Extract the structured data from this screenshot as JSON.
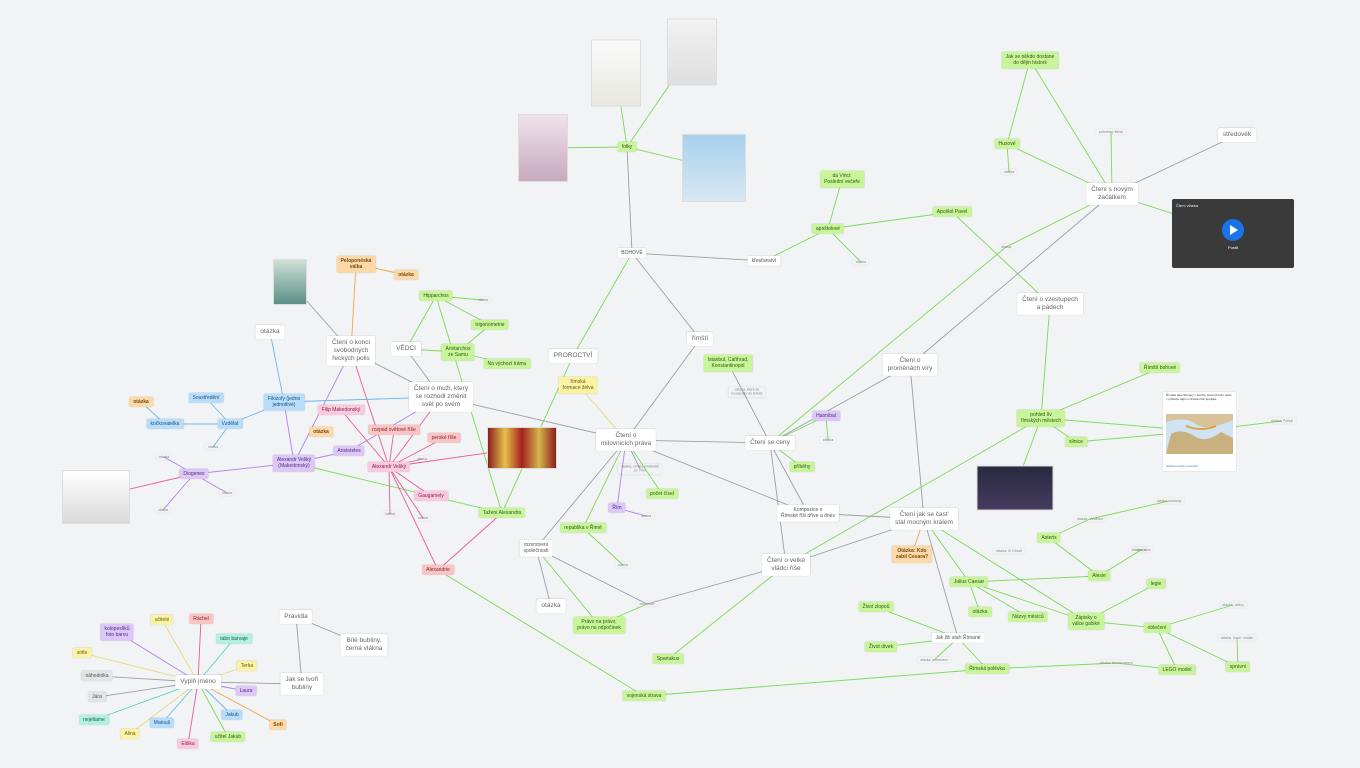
{
  "diagram": {
    "nodes": [
      {
        "id": "fotky",
        "text": "fotky",
        "style": "green"
      },
      {
        "id": "bohove",
        "text": "BOHOVÉ",
        "style": "white"
      },
      {
        "id": "krestanstvi",
        "text": "křesťanství",
        "style": "white"
      },
      {
        "id": "apostolove",
        "text": "apoštolové",
        "style": "green"
      },
      {
        "id": "davinci",
        "text": "da Vinci:\nPoslední večeře",
        "style": "green"
      },
      {
        "id": "apostolpavel",
        "text": "Apoštol Pavel",
        "style": "green"
      },
      {
        "id": "otazka_apost",
        "text": "otázka",
        "style": "tiny"
      },
      {
        "id": "jakenekdo",
        "text": "Jak se někdo dostane\ndo dějin historii",
        "style": "green"
      },
      {
        "id": "nusove",
        "text": "Husové",
        "style": "green"
      },
      {
        "id": "otazka_hus",
        "text": "otázka",
        "style": "tiny"
      },
      {
        "id": "prumerny",
        "text": "průměrný štěstí",
        "style": "tiny"
      },
      {
        "id": "stredovek",
        "text": "středověk",
        "style": "white big"
      },
      {
        "id": "cteni_novym",
        "text": "Čtení s novým\nzačátkem",
        "style": "white big"
      },
      {
        "id": "cteni_vzestupech",
        "text": "Čtení o vzestupech\na pádech",
        "style": "white big"
      },
      {
        "id": "cteni_promenach",
        "text": "Čtení o\nproměnách víry",
        "style": "white big"
      },
      {
        "id": "otazka_mid",
        "text": "otázka",
        "style": "tiny"
      },
      {
        "id": "peloponeska",
        "text": "Peloponéská\nválka",
        "style": "orange"
      },
      {
        "id": "otazka_orange",
        "text": "otázka",
        "style": "orange"
      },
      {
        "id": "otazka_left",
        "text": "otázka",
        "style": "white big"
      },
      {
        "id": "cteni_konci",
        "text": "Čtení o konci\nsvobodných\nřeckých polis",
        "style": "white big"
      },
      {
        "id": "vedci",
        "text": "VĚDCI",
        "style": "white big"
      },
      {
        "id": "hipparchos",
        "text": "Hipparchos",
        "style": "green"
      },
      {
        "id": "otazka_hip",
        "text": "otázka",
        "style": "tiny"
      },
      {
        "id": "trigonometrie",
        "text": "trigonometrie",
        "style": "green"
      },
      {
        "id": "aristarchos",
        "text": "Aristarchos\nze Samu",
        "style": "green"
      },
      {
        "id": "navychod",
        "text": "Na výchozí trámu",
        "style": "green"
      },
      {
        "id": "proroctvi",
        "text": "PROROCTVÍ",
        "style": "white big"
      },
      {
        "id": "rimska_formace",
        "text": "římská\nformace želva",
        "style": "yellow"
      },
      {
        "id": "rimsti",
        "text": "římští",
        "style": "white big"
      },
      {
        "id": "cteni_muzi",
        "text": "Čtení o muži, který\nse rozhodl změnit\nsvět po svém",
        "style": "white big"
      },
      {
        "id": "cteni_milovnicich",
        "text": "Čtení o\nmilovnicích práva",
        "style": "white big"
      },
      {
        "id": "cteni_ceny",
        "text": "Čtení se ceny",
        "style": "white big"
      },
      {
        "id": "istanbul",
        "text": "Istanbul, Cařihrad,\nKonstantinopol",
        "style": "green"
      },
      {
        "id": "otazka_ist",
        "text": "otázka, které se\nnezapojily do tohoto",
        "style": "tiny"
      },
      {
        "id": "hannibal",
        "text": "Hannibal",
        "style": "purple"
      },
      {
        "id": "otazka_han",
        "text": "otázka",
        "style": "tiny"
      },
      {
        "id": "pribehy",
        "text": "příběhy",
        "style": "green"
      },
      {
        "id": "kompozicka",
        "text": "Kompozice o\nŘímské říši dříve a dnes",
        "style": "white"
      },
      {
        "id": "cteni_jakse",
        "text": "Čtení jak se časť\nstal mocným králem",
        "style": "white big"
      },
      {
        "id": "cteni_velke",
        "text": "Čtení o velké\nvládci říše",
        "style": "white big"
      },
      {
        "id": "pohledliv",
        "text": "pohled lív\nřímských městech",
        "style": "green"
      },
      {
        "id": "rimskabohove",
        "text": "Římští bohové",
        "style": "green"
      },
      {
        "id": "otazka_map",
        "text": "otázka, Pořadí",
        "style": "tiny"
      },
      {
        "id": "silnice",
        "text": "silnice",
        "style": "green"
      },
      {
        "id": "otazka_rimsky",
        "text": "otázka, hodnoty",
        "style": "tiny"
      },
      {
        "id": "caesar",
        "text": "Otázka: Kdo\nzabil Cesara?",
        "style": "orange"
      },
      {
        "id": "otazka_kolik",
        "text": "otázka, Ití Césaři",
        "style": "tiny"
      },
      {
        "id": "otazka_vzdel",
        "text": "otázka, Vzdělání",
        "style": "tiny"
      },
      {
        "id": "asterix",
        "text": "Asterix",
        "style": "green"
      },
      {
        "id": "otazka_ast",
        "text": "otázka, toho",
        "style": "tiny"
      },
      {
        "id": "alesie",
        "text": "Alesie",
        "style": "green"
      },
      {
        "id": "otazka_ale",
        "text": "otázka",
        "style": "tiny"
      },
      {
        "id": "juliuscaesar",
        "text": "Julius Caesar",
        "style": "green"
      },
      {
        "id": "legie",
        "text": "legie",
        "style": "green"
      },
      {
        "id": "otazka_jul",
        "text": "otázka",
        "style": "green"
      },
      {
        "id": "nazvymesicu",
        "text": "Názvy měsíců",
        "style": "green"
      },
      {
        "id": "zapisky",
        "text": "Zápisky o\nválce galské",
        "style": "green"
      },
      {
        "id": "obleceni",
        "text": "oblečení",
        "style": "green"
      },
      {
        "id": "otazka_obl",
        "text": "otázka, oděvy",
        "style": "tiny"
      },
      {
        "id": "zivotzlopou",
        "text": "Život zlopoů",
        "style": "green"
      },
      {
        "id": "zivotdivek",
        "text": "Život dívek",
        "style": "green"
      },
      {
        "id": "jakzistaly",
        "text": "Jak žili staří Římané",
        "style": "white"
      },
      {
        "id": "otazka_pomezi",
        "text": "otázka, pomezení",
        "style": "tiny"
      },
      {
        "id": "rimska_polevka",
        "text": "Římská polévka",
        "style": "green"
      },
      {
        "id": "otazka_kouzla",
        "text": "otázka, kouzla vaření",
        "style": "tiny"
      },
      {
        "id": "otazka_hnut",
        "text": "otázka, hnutí, hrádku",
        "style": "tiny"
      },
      {
        "id": "lego",
        "text": "LEGO model",
        "style": "green"
      },
      {
        "id": "spravdni",
        "text": "správní",
        "style": "green"
      },
      {
        "id": "spolecnost",
        "text": "rozvrstvení\nspolečnosti",
        "style": "white"
      },
      {
        "id": "otazka_sp",
        "text": "otázka",
        "style": "white big"
      },
      {
        "id": "pravoprava",
        "text": "Právo na právo,\nprávo na odpočinek",
        "style": "green"
      },
      {
        "id": "obcestvi",
        "text": "občanství",
        "style": "tiny"
      },
      {
        "id": "spartakus",
        "text": "Spartakus",
        "style": "green"
      },
      {
        "id": "vojenska",
        "text": "vojenská strava",
        "style": "green"
      },
      {
        "id": "republika",
        "text": "republika v Římě",
        "style": "green"
      },
      {
        "id": "otazka_rep",
        "text": "otázka",
        "style": "tiny"
      },
      {
        "id": "rim",
        "text": "Řím",
        "style": "purple"
      },
      {
        "id": "otazka_rim",
        "text": "otázka",
        "style": "tiny"
      },
      {
        "id": "otazka_dej",
        "text": "otázka, vzhled předmětů\npř. Řím",
        "style": "tiny"
      },
      {
        "id": "pocetcisel",
        "text": "počet čísel",
        "style": "green"
      },
      {
        "id": "tazeni",
        "text": "Tažení Alexandra",
        "style": "green"
      },
      {
        "id": "alexandr",
        "text": "Alexandr Veliký\n(Makedonský)",
        "style": "purple"
      },
      {
        "id": "aristoteles",
        "text": "Aristoteles",
        "style": "purple"
      },
      {
        "id": "filip",
        "text": "Filip Makedonský",
        "style": "pink"
      },
      {
        "id": "alexandr2",
        "text": "Alexandr Veliký",
        "style": "pink"
      },
      {
        "id": "otazka_pink",
        "text": "otázka",
        "style": "orange"
      },
      {
        "id": "rozpad",
        "text": "rozpad světové říše",
        "style": "red"
      },
      {
        "id": "perske",
        "text": "perské říše",
        "style": "red"
      },
      {
        "id": "otazka_a1",
        "text": "otázka",
        "style": "tiny"
      },
      {
        "id": "gaugamely",
        "text": "Gaugamely",
        "style": "pink"
      },
      {
        "id": "otazka_a2",
        "text": "otázka",
        "style": "tiny"
      },
      {
        "id": "otazka_a3",
        "text": "otázka",
        "style": "tiny"
      },
      {
        "id": "alexandrie",
        "text": "Alexandrie",
        "style": "red"
      },
      {
        "id": "filosofove",
        "text": "Filozofy (jedno\njednotlivé)",
        "style": "blue"
      },
      {
        "id": "vzdelat",
        "text": "Vzdělat",
        "style": "blue"
      },
      {
        "id": "soustredeni",
        "text": "Soustředění",
        "style": "blue"
      },
      {
        "id": "kockovatelka",
        "text": "kočkovatelka",
        "style": "blue"
      },
      {
        "id": "otazka_filo",
        "text": "otázka",
        "style": "orange"
      },
      {
        "id": "diogenes",
        "text": "Diogenes",
        "style": "purple"
      },
      {
        "id": "otazka_d1",
        "text": "otázka",
        "style": "tiny"
      },
      {
        "id": "otazka_d2",
        "text": "otázka",
        "style": "tiny"
      },
      {
        "id": "otazka_d3",
        "text": "otázka",
        "style": "tiny"
      },
      {
        "id": "otazka_f",
        "text": "otázka",
        "style": "tiny"
      },
      {
        "id": "pravidla",
        "text": "Pravidla",
        "style": "white big"
      },
      {
        "id": "bublinky",
        "text": "Bílé bubliny,\nčerná vlákna",
        "style": "white big"
      },
      {
        "id": "jaksetvori",
        "text": "Jak se tvoří\nbubliny",
        "style": "white big"
      },
      {
        "id": "vyplnjmeno",
        "text": "Vyplň jméno",
        "style": "white big"
      },
      {
        "id": "n_kolop",
        "text": "kolopeslíků\nfoto barvu",
        "style": "purple"
      },
      {
        "id": "n_ucitel",
        "text": "učitelé",
        "style": "yellow"
      },
      {
        "id": "n_rachel",
        "text": "Ráchel",
        "style": "red"
      },
      {
        "id": "n_tabo",
        "text": "tabo barvaje",
        "style": "teal"
      },
      {
        "id": "n_sofie",
        "text": "sofie",
        "style": "yellow"
      },
      {
        "id": "n_terka",
        "text": "Terka",
        "style": "yellow"
      },
      {
        "id": "n_nahodne",
        "text": "náhodnika",
        "style": "gray"
      },
      {
        "id": "n_laura",
        "text": "Laura",
        "style": "purple"
      },
      {
        "id": "n_jara",
        "text": "Jára",
        "style": "gray"
      },
      {
        "id": "n_jakub",
        "text": "Jakub",
        "style": "blue"
      },
      {
        "id": "n_nejeltame",
        "text": "nejeltame",
        "style": "teal"
      },
      {
        "id": "n_matous",
        "text": "Matouš",
        "style": "blue"
      },
      {
        "id": "n_sofi",
        "text": "Sofi",
        "style": "orange"
      },
      {
        "id": "n_alina",
        "text": "Alina",
        "style": "yellow"
      },
      {
        "id": "n_ucitel2",
        "text": "učitel Jakub",
        "style": "green"
      },
      {
        "id": "n_eliska",
        "text": "Eliška",
        "style": "pink"
      }
    ],
    "thumbnail_card": {
      "title": "Čtení vláska",
      "play": "Pustit"
    },
    "map_card": {
      "text": "Římské jako lidmapy v puzzle, kterě již bylo nebo v průběhu dějin v římské říše Spojitka.",
      "link": "ukázka puzzle a kousků"
    }
  }
}
